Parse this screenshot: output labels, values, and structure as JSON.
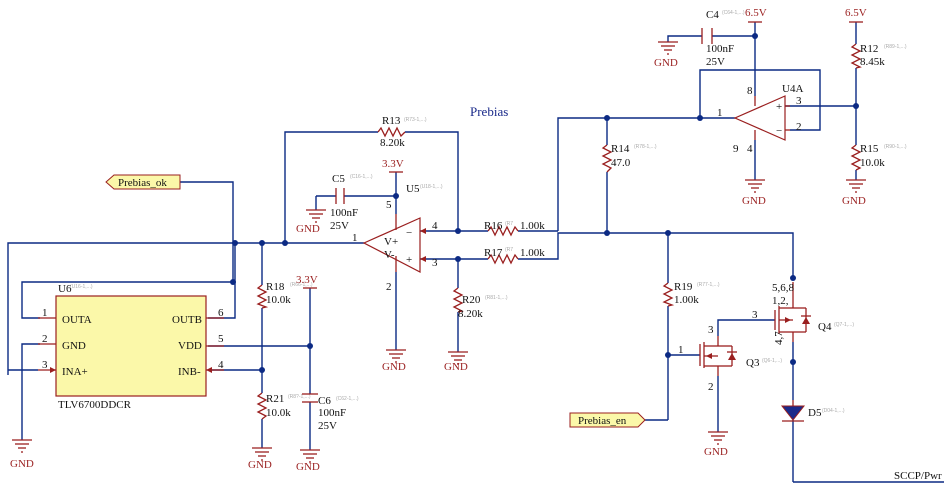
{
  "section_title": "Prebias",
  "power": {
    "rail_3v3_a": "3.3V",
    "rail_3v3_b": "3.3V",
    "rail_6v5_a": "6.5V",
    "rail_6v5_b": "6.5V",
    "gnd": "GND"
  },
  "nets": {
    "prebias_ok": "Prebias_ok",
    "prebias_en": "Prebias_en",
    "sccp_pwr": "SCCP/Pwr"
  },
  "resistors": {
    "r13": {
      "ref": "R13",
      "value": "8.20k",
      "tag": "(R73-1,...)"
    },
    "r14": {
      "ref": "R14",
      "value": "47.0",
      "tag": "(R78-1,...)"
    },
    "r15": {
      "ref": "R15",
      "value": "10.0k",
      "tag": "(R90-1,...)"
    },
    "r12": {
      "ref": "R12",
      "value": "8.45k",
      "tag": "(R89-1,...)"
    },
    "r16": {
      "ref": "R16",
      "value": "1.00k",
      "tag": "(R7"
    },
    "r17": {
      "ref": "R17",
      "value": "1.00k",
      "tag": "(R7"
    },
    "r18": {
      "ref": "R18",
      "value": "10.0k",
      "tag": "(R66-1,...)"
    },
    "r19": {
      "ref": "R19",
      "value": "1.00k",
      "tag": "(R77-1,...)"
    },
    "r20": {
      "ref": "R20",
      "value": "8.20k",
      "tag": "(R81-1,...)"
    },
    "r21": {
      "ref": "R21",
      "value": "10.0k",
      "tag": "(R8?-1,...)"
    }
  },
  "capacitors": {
    "c4": {
      "ref": "C4",
      "value": "100nF",
      "rating": "25V",
      "tag": "(C64-1,...)"
    },
    "c5": {
      "ref": "C5",
      "value": "100nF",
      "rating": "25V",
      "tag": "(C16-1,...)"
    },
    "c6": {
      "ref": "C6",
      "value": "100nF",
      "rating": "25V",
      "tag": "(C62-1,...)"
    }
  },
  "u6": {
    "ref": "U6",
    "tag": "(U16-1,...)",
    "part": "TLV6700DDCR",
    "pins_left": [
      "OUTA",
      "GND",
      "INA+"
    ],
    "pins_right": [
      "OUTB",
      "VDD",
      "INB-"
    ],
    "pin_numbers": [
      "1",
      "2",
      "3",
      "6",
      "5",
      "4"
    ]
  },
  "u5": {
    "ref": "U5",
    "tag": "(U18-1,...)",
    "pins": [
      "1",
      "2",
      "3",
      "4",
      "5"
    ]
  },
  "u4a": {
    "ref": "U4A",
    "pins": [
      "1",
      "2",
      "3",
      "4",
      "8",
      "9"
    ]
  },
  "q3": {
    "ref": "Q3",
    "tag": "(Q6-1,...)",
    "pins": [
      "1",
      "2",
      "3"
    ]
  },
  "q4": {
    "ref": "Q4",
    "tag": "(Q7-1,...)",
    "pins": [
      "5,6,8",
      "1,2,",
      "3",
      "4,7"
    ]
  },
  "d5": {
    "ref": "D5",
    "tag": "(D04-1,...)"
  }
}
